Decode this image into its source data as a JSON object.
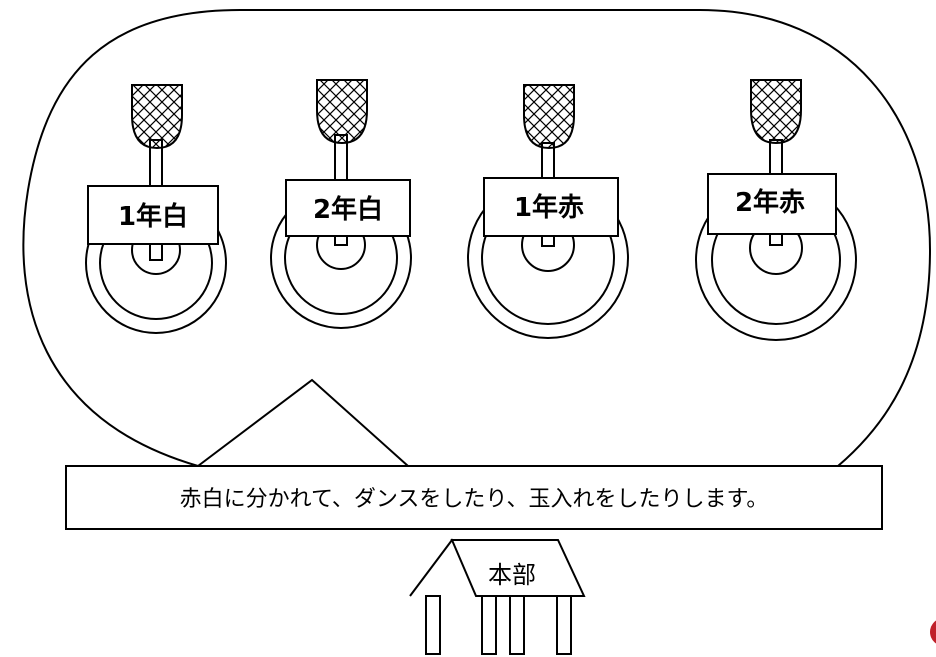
{
  "baskets": [
    {
      "label": "1年白"
    },
    {
      "label": "2年白"
    },
    {
      "label": "1年赤"
    },
    {
      "label": "2年赤"
    }
  ],
  "caption": "赤白に分かれて、ダンスをしたり、玉入れをしたりします。",
  "headquarters": {
    "label": "本部"
  },
  "colors": {
    "stroke": "#000000",
    "background": "#ffffff",
    "corner_mark": "#c0202a"
  }
}
